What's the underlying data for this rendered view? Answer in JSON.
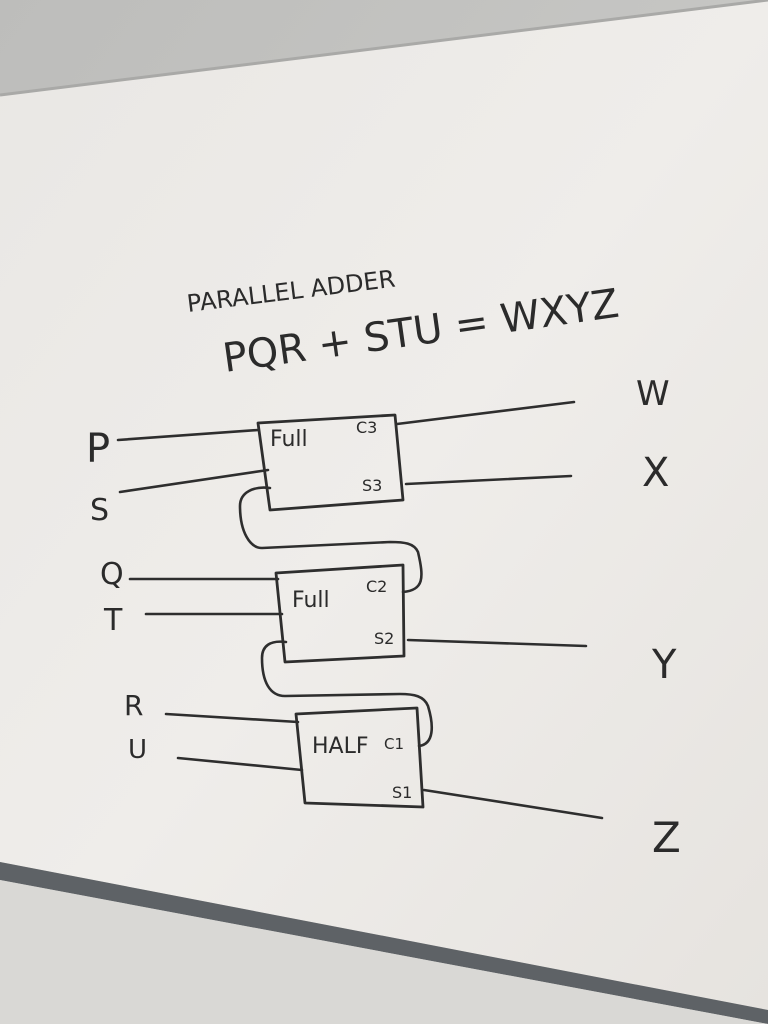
{
  "title": "PARALLEL ADDER",
  "equation": "PQR + STU = WXYZ",
  "inputs": [
    "P",
    "S",
    "Q",
    "T",
    "R",
    "U"
  ],
  "outputs": [
    "W",
    "X",
    "Y",
    "Z"
  ],
  "blocks": [
    {
      "type": "Full",
      "carry": "C3",
      "sum": "S3"
    },
    {
      "type": "Full",
      "carry": "C2",
      "sum": "S2"
    },
    {
      "type": "HALF",
      "carry": "C1",
      "sum": "S1"
    }
  ]
}
